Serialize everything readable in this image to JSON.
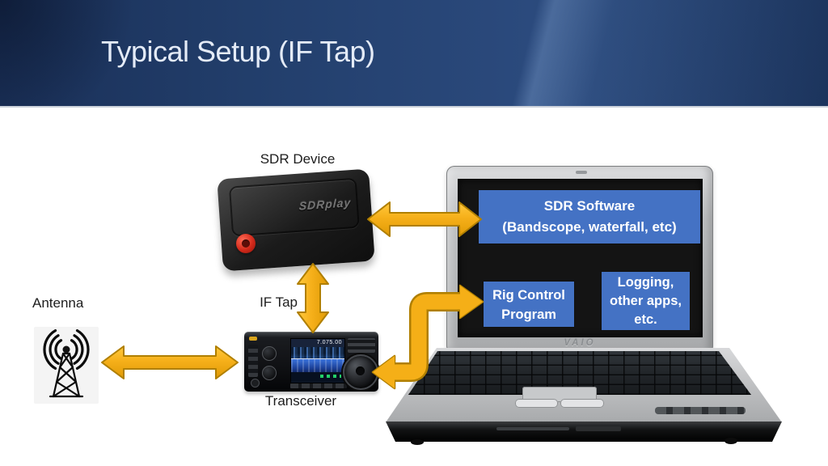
{
  "slide": {
    "title": "Typical Setup (IF Tap)"
  },
  "labels": {
    "sdr_device": "SDR Device",
    "antenna": "Antenna",
    "if_tap": "IF Tap",
    "transceiver": "Transceiver"
  },
  "sdr_device": {
    "logo_text": "SDRplay"
  },
  "transceiver": {
    "display_frequency": "7.075.00"
  },
  "laptop": {
    "brand_logo": "VAIO",
    "screen_boxes": {
      "sdr_software": {
        "lines": [
          "SDR Software",
          "(Bandscope, waterfall, etc)"
        ]
      },
      "rig_control": {
        "lines": [
          "Rig Control",
          "Program"
        ]
      },
      "logging": {
        "lines": [
          "Logging,",
          "other apps,",
          "etc."
        ]
      }
    }
  },
  "colors": {
    "header_dark": "#1A3058",
    "header_light": "#2B4A7D",
    "title_text": "#E4EBF7",
    "arrow_fill": "#F5AF17",
    "arrow_fill_light": "#FFC93E",
    "arrow_outline": "#B07F00",
    "screen_box_blue": "#4472C4",
    "box_text": "#FFFFFF"
  }
}
